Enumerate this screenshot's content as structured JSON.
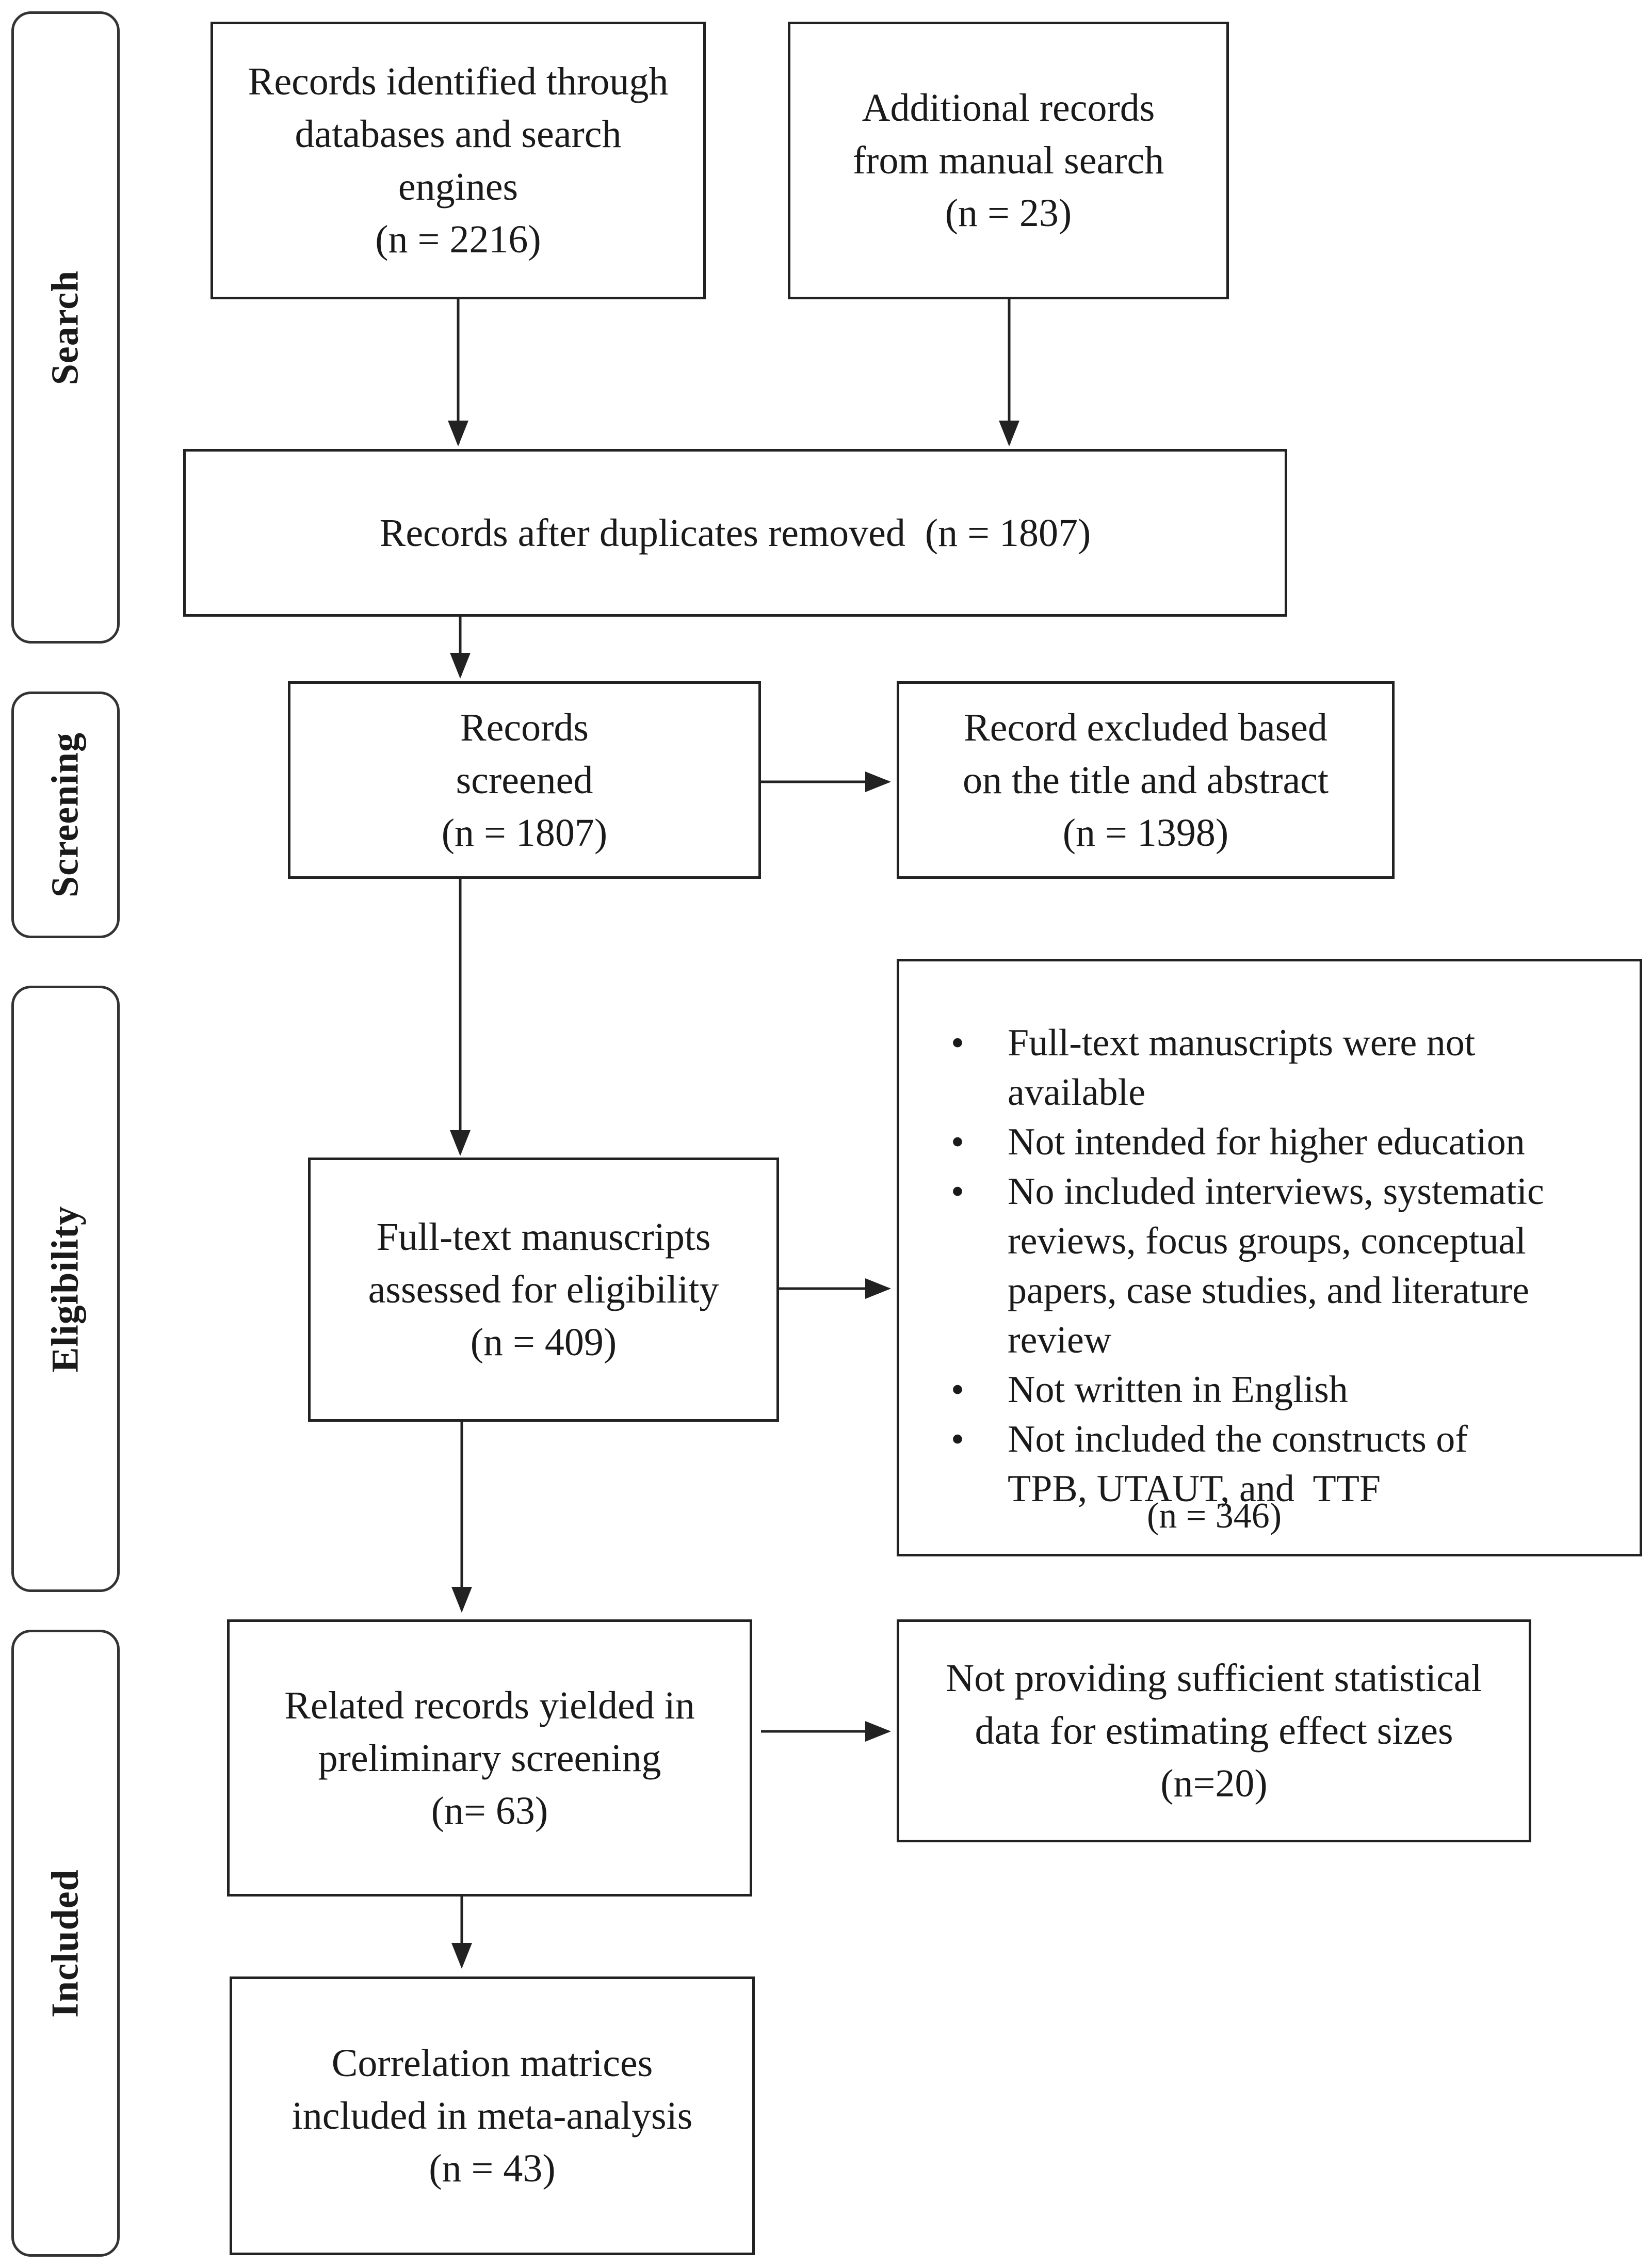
{
  "stages": {
    "search": "Search",
    "screening": "Screening",
    "eligibility": "Eligibility",
    "included": "Included"
  },
  "boxes": {
    "identified": [
      "Records identified through",
      "databases and search",
      "engines",
      "(n = 2216)"
    ],
    "additional": [
      "Additional records",
      "from manual search",
      "(n = 23)"
    ],
    "after_duplicates": [
      "Records after duplicates removed  (n = 1807)"
    ],
    "screened": [
      "Records",
      "screened",
      "(n = 1807)"
    ],
    "excluded_title": [
      "Record excluded based",
      "on the title and abstract",
      "(n = 1398)"
    ],
    "fulltext": [
      "Full-text manuscripts",
      "assessed for eligibility",
      "(n = 409)"
    ],
    "related": [
      "Related records yielded in",
      "preliminary screening",
      "(n= 63)"
    ],
    "insufficient": [
      "Not providing sufficient statistical",
      "data for estimating effect sizes",
      "(n=20)"
    ],
    "correlation": [
      "Correlation matrices",
      "included in meta-analysis",
      "(n = 43)"
    ]
  },
  "exclusion_list": {
    "items": [
      [
        "Full-text manuscripts were not",
        "available"
      ],
      [
        "Not intended for higher education"
      ],
      [
        "No included interviews, systematic",
        "reviews, focus groups, conceptual",
        "papers, case studies, and literature",
        "review"
      ],
      [
        "Not written in English"
      ],
      [
        "Not included the constructs of",
        "TPB, UTAUT, and  TTF"
      ]
    ],
    "count": "(n = 346)"
  }
}
